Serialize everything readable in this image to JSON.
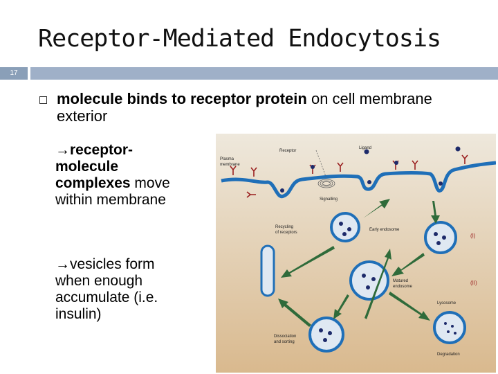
{
  "slide": {
    "title": "Receptor-Mediated Endocytosis",
    "slide_number": "17"
  },
  "bullet": {
    "bold_part": "molecule binds to receptor protein",
    "rest_part": " on cell membrane exterior"
  },
  "sub1": {
    "arrow": "→",
    "bold_part": "receptor-molecule complexes",
    "rest_part": " move within membrane"
  },
  "sub2": {
    "arrow": "→",
    "text": "vesicles form when enough accumulate (i.e. insulin)"
  },
  "figure": {
    "labels": {
      "receptor": "Receptor",
      "ligand": "Ligand",
      "plasma_membrane_1": "Plasma",
      "plasma_membrane_2": "membrane",
      "signalling": "Signalling",
      "recycling_1": "Recycling",
      "recycling_2": "of receptors",
      "early_endosome": "Early endosome",
      "matured_endosome_1": "Matured",
      "matured_endosome_2": "endosome",
      "lysosome": "Lysosome",
      "dissociation_1": "Dissociation",
      "dissociation_2": "and sorting",
      "degradation": "Degradation",
      "roman_1": "(I)",
      "roman_2": "(II)"
    }
  }
}
